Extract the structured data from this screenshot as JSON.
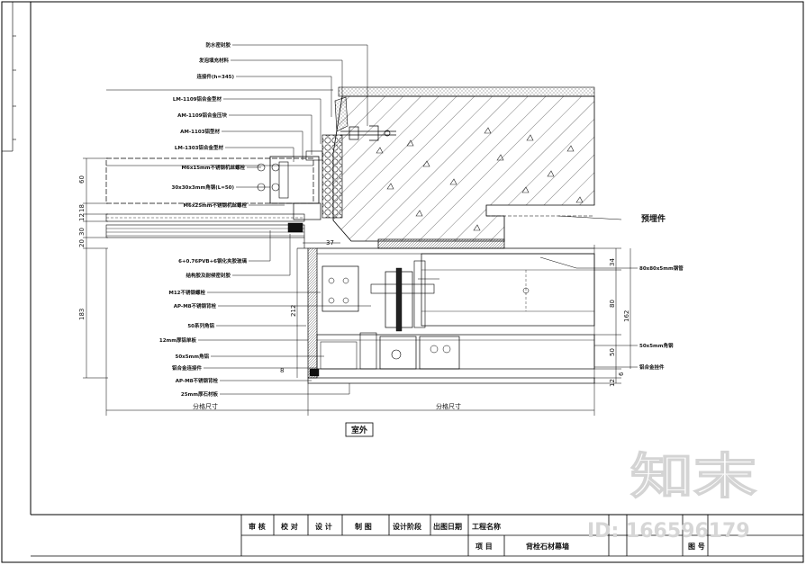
{
  "drawing": {
    "left_labels": [
      "防水密封胶",
      "发泡填充材料",
      "连接件(h=345)",
      "LM-1109铝合金型材",
      "AM-1109铝合金压块",
      "AM-1103铝型材",
      "LM-1303铝合金型材",
      "M6x15mm不锈钢机丝螺栓",
      "30x30x3mm角钢(L=50)",
      "M6x25mm不锈钢机丝螺栓",
      "6+0.76PVB+6钢化夹胶玻璃",
      "结构胶及耐候密封胶",
      "M12不锈钢螺栓",
      "AP-M8不锈钢背栓",
      "50系列角铝",
      "12mm厚铝单板",
      "50x5mm角铝",
      "铝合金连接件",
      "AP-M8不锈钢背栓",
      "25mm厚石材板"
    ],
    "right_labels": {
      "embed": "预埋件",
      "steel_channel": "80x80x5mm钢管",
      "steel_angle": "50x5mm角钢",
      "aluminum_part": "铝合金挂件"
    },
    "dims_left": [
      "60",
      "18",
      "12",
      "30",
      "20",
      "183"
    ],
    "dims_mid": [
      "37",
      "212"
    ],
    "dims_right": [
      "34",
      "80",
      "50",
      "162",
      "6",
      "12"
    ],
    "dims_small": [
      "8"
    ],
    "span_left": "分格尺寸",
    "span_right": "分格尺寸",
    "outdoor_label": "室外"
  },
  "title_block": {
    "headers": [
      "审 核",
      "校 对",
      "设 计",
      "制 图",
      "设计阶段",
      "出图日期",
      "工程名称"
    ],
    "row2_project": "项 目",
    "row2_content": "背栓石材幕墙",
    "right_col": "图 号"
  },
  "watermark": {
    "brand": "知末",
    "id_text": "ID: 166596179"
  }
}
